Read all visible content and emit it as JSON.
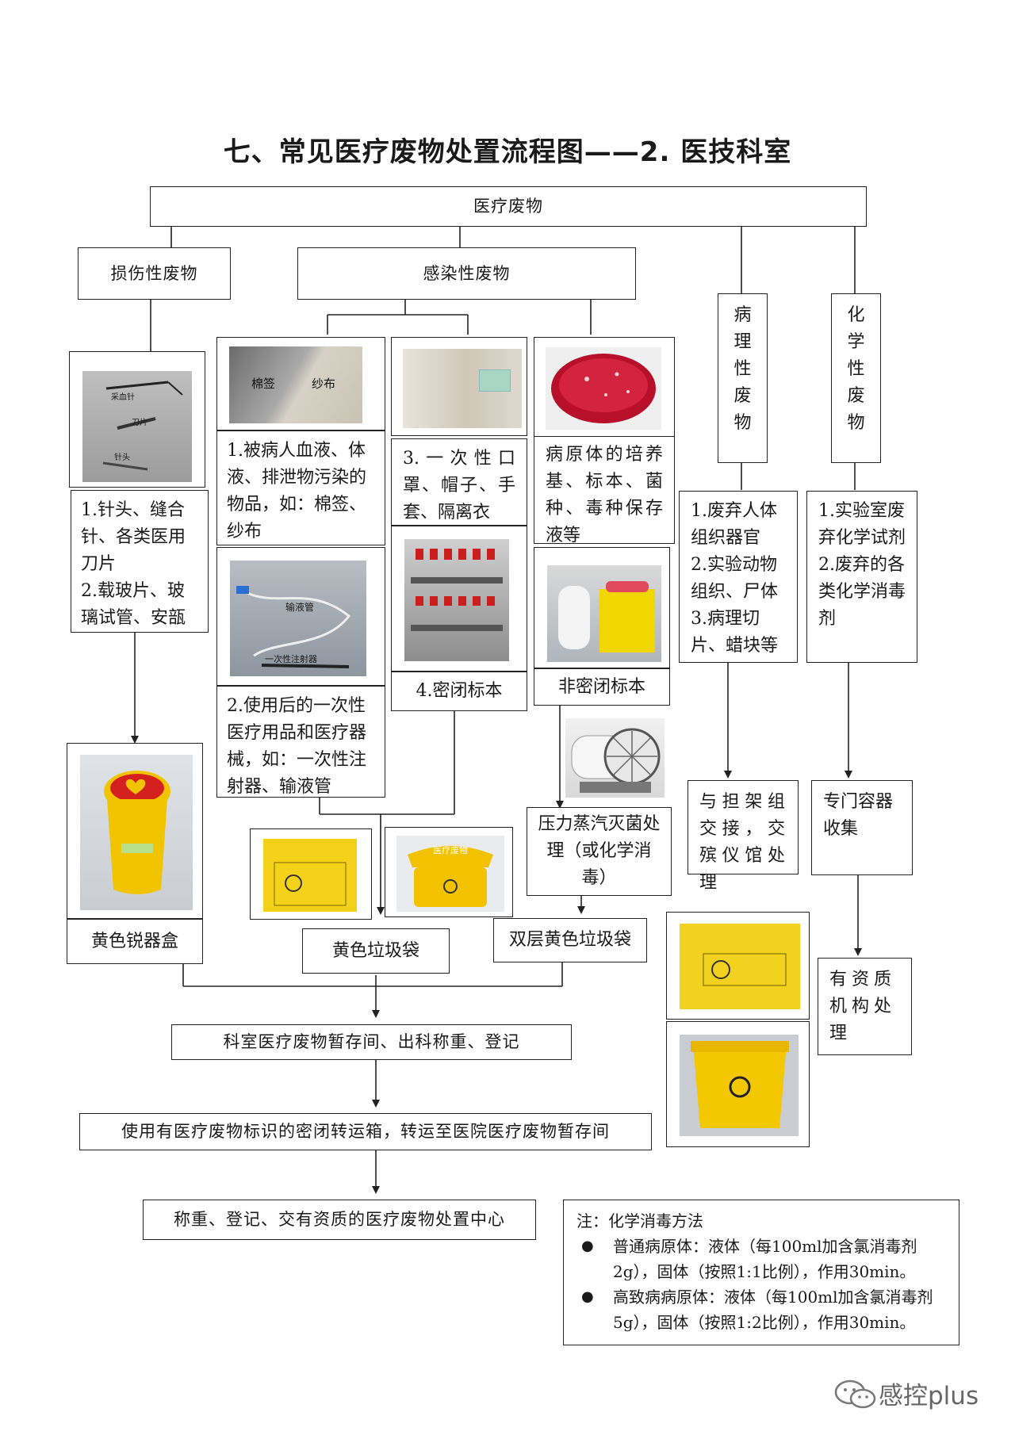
{
  "title": "七、常见医疗废物处置流程图——2. 医技科室",
  "root": "医疗废物",
  "categories": {
    "sharps": "损伤性废物",
    "infectious": "感染性废物",
    "pathological": [
      "病",
      "理",
      "性",
      "废",
      "物"
    ],
    "chemical": [
      "化",
      "学",
      "性",
      "废",
      "物"
    ]
  },
  "sharps_image": {
    "labels": [
      "采血针",
      "刀片",
      "针头"
    ]
  },
  "sharps_items": [
    "1.针头、缝合针、各类医用刀片",
    "2.载玻片、玻璃试管、安瓿"
  ],
  "infectious_items": {
    "item1": {
      "image_labels": [
        "棉签",
        "纱布"
      ],
      "text": "1.被病人血液、体液、排泄物污染的物品，如：棉签、纱布"
    },
    "item2": {
      "image_labels": [
        "输液管",
        "一次性注射器"
      ],
      "text": "2.使用后的一次性医疗用品和医疗器械，如：一次性注射器、输液管"
    },
    "item3": {
      "text": "3.一次性口罩、帽子、手套、隔离衣"
    },
    "item4": {
      "text": "4.密闭标本"
    },
    "culture": {
      "text": "病原体的培养基、标本、菌种、毒种保存液等"
    },
    "non_sealed": {
      "text": "非密闭标本"
    }
  },
  "pathological_items": [
    "1.废弃人体组织器官",
    "2.实验动物组织、尸体",
    "3.病理切片、蜡块等"
  ],
  "chemical_items": [
    "1.实验室废弃化学试剂",
    "2.废弃的各类化学消毒剂"
  ],
  "containers": {
    "sharps_box": "黄色锐器盒",
    "yellow_bag": "黄色垃圾袋",
    "double_bag": "双层黄色垃圾袋",
    "autoclave": "压力蒸汽灭菌处理（或化学消毒）",
    "funeral": "与担架组交接，交殡仪馆处理",
    "special_container": "专门容器收集",
    "qualified_agency": "有资质机构处理",
    "bin_label": "医疗废物"
  },
  "flow": {
    "step1": "科室医疗废物暂存间、出科称重、登记",
    "step2": "使用有医疗废物标识的密闭转运箱，转运至医院医疗废物暂存间",
    "step3": "称重、登记、交有资质的医疗废物处置中心"
  },
  "note": {
    "title": "注：化学消毒方法",
    "items": [
      "普通病原体：液体（每100ml加含氯消毒剂2g），固体（按照1:1比例），作用30min。",
      "高致病病原体：液体（每100ml加含氯消毒剂5g），固体（按照1:2比例），作用30min。"
    ]
  },
  "watermark": "感控plus",
  "colors": {
    "yellow": "#f5d000",
    "red": "#d42020",
    "line": "#222222"
  }
}
